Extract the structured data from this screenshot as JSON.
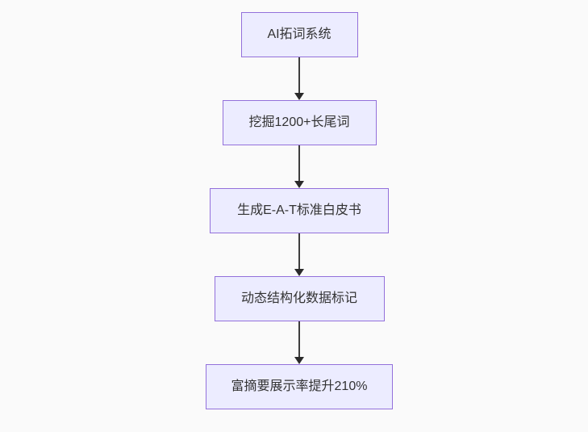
{
  "flowchart": {
    "type": "flowchart",
    "direction": "top-down",
    "nodes": [
      {
        "label": "AI拓词系统"
      },
      {
        "label": "挖掘1200+长尾词"
      },
      {
        "label": "生成E-A-T标准白皮书"
      },
      {
        "label": "动态结构化数据标记"
      },
      {
        "label": "富摘要展示率提升210%"
      }
    ],
    "edges": [
      {
        "from": 0,
        "to": 1
      },
      {
        "from": 1,
        "to": 2
      },
      {
        "from": 2,
        "to": 3
      },
      {
        "from": 3,
        "to": 4
      }
    ],
    "colors": {
      "background": "#fafafa",
      "node_fill": "#ececff",
      "node_border": "#9370db",
      "text": "#333333",
      "edge": "#3d3d3d",
      "edge_head": "#2a2a2a"
    }
  }
}
